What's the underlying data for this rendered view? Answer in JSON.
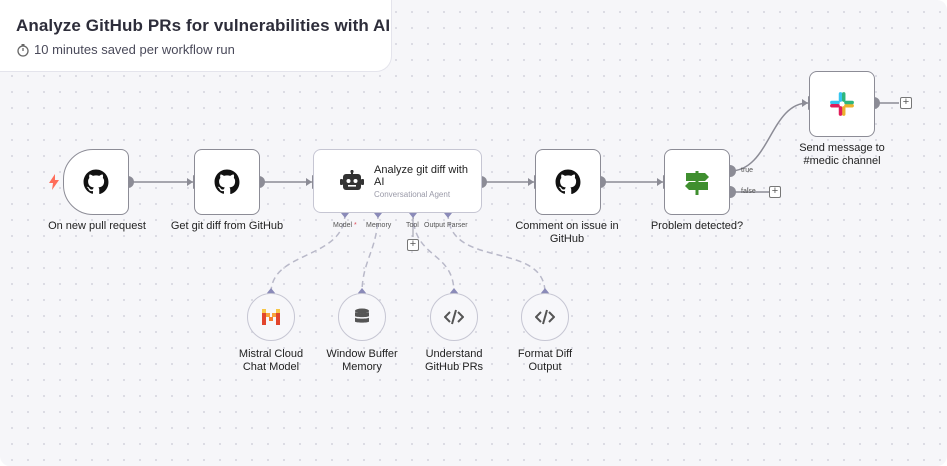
{
  "header": {
    "title": "Analyze GitHub PRs for vulnerabilities with AI",
    "saved_text": "10 minutes saved per workflow run",
    "saved_icon": "stopwatch-icon"
  },
  "nodes": {
    "trigger": {
      "label": "On new pull request",
      "icon": "github-icon"
    },
    "get_diff": {
      "label": "Get git diff from GitHub",
      "icon": "github-icon"
    },
    "agent": {
      "title": "Analyze git diff with AI",
      "subtitle": "Conversational Agent",
      "icon": "robot-icon"
    },
    "comment": {
      "label": "Comment on issue in GitHub",
      "icon": "github-icon"
    },
    "if": {
      "label": "Problem detected?",
      "icon": "signpost-icon",
      "true_label": "true",
      "false_label": "false"
    },
    "slack": {
      "label": "Send message to #medic channel",
      "icon": "slack-icon"
    },
    "mistral": {
      "label": "Mistral Cloud Chat Model",
      "icon": "mistral-icon"
    },
    "memory": {
      "label": "Window Buffer Memory",
      "icon": "database-icon"
    },
    "tool": {
      "label": "Understand GitHub PRs",
      "icon": "code-icon"
    },
    "parser": {
      "label": "Format Diff Output",
      "icon": "code-icon"
    }
  },
  "agent_ports": {
    "model": "Model",
    "model_required": "*",
    "memory": "Memory",
    "tool": "Tool",
    "output_parser": "Output Parser"
  },
  "colors": {
    "canvas": "#f6f6f9",
    "node_border": "#8c8c96",
    "connection": "#8c8c96",
    "dashed_connection": "#b9b9c9",
    "port_diamond": "#8a8ab8",
    "trigger_bolt": "#ff6d5a",
    "if_green": "#3f8f2f"
  }
}
